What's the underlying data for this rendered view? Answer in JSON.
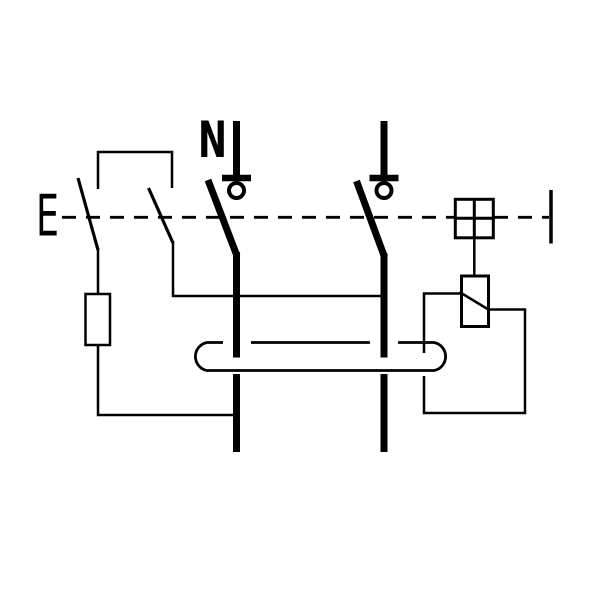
{
  "diagram": {
    "type": "electrical-schematic",
    "labels": {
      "neutral": "N",
      "operator": "E"
    },
    "colors": {
      "line": "#000000",
      "background": "#ffffff"
    },
    "components": [
      {
        "id": "label-e",
        "name": "operator-terminal-label"
      },
      {
        "id": "label-n",
        "name": "neutral-pole-label"
      },
      {
        "id": "mechanical-linkage-dashed-line",
        "name": "dashed mechanical coupling line linking all contacts, test button and end bar"
      },
      {
        "id": "test-switch-1",
        "name": "auxiliary test contact 1 (open)"
      },
      {
        "id": "test-switch-2",
        "name": "auxiliary test contact 2 (open)"
      },
      {
        "id": "test-resistor",
        "name": "test circuit resistor"
      },
      {
        "id": "neutral-pole",
        "name": "left main pole N with terminal bar, fixed contact circle and open blade"
      },
      {
        "id": "line-pole",
        "name": "right main pole with terminal bar, fixed contact circle and open blade"
      },
      {
        "id": "current-transformer-toroid",
        "name": "toroidal residual current transformer around both poles"
      },
      {
        "id": "sensing-winding-leads",
        "name": "secondary winding leads from toroid to trip relay"
      },
      {
        "id": "trip-relay",
        "name": "trip release box with diagonal actuator line"
      },
      {
        "id": "test-button-symbol",
        "name": "crossed-square test button on linkage line"
      },
      {
        "id": "linkage-end-bar",
        "name": "end stop bar of linkage line"
      }
    ]
  }
}
